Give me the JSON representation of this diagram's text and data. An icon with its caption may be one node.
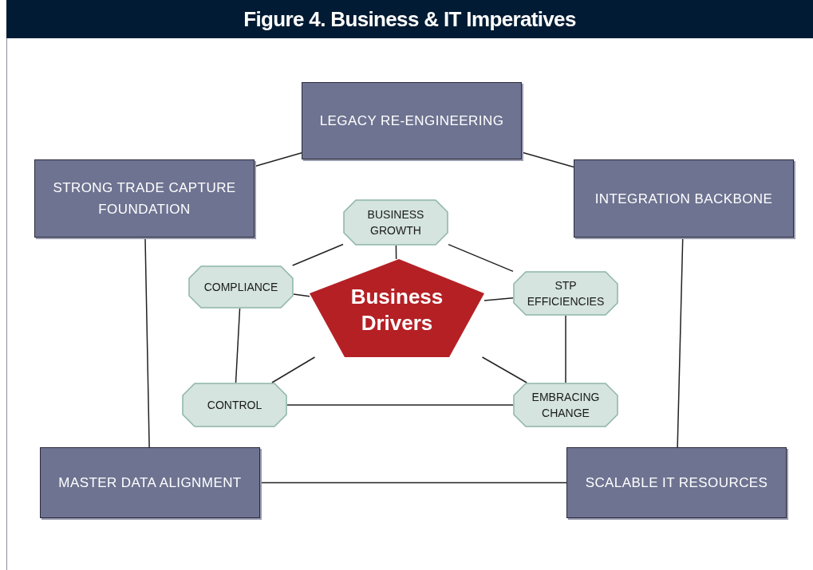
{
  "diagram": {
    "title": "Figure 4. Business & IT Imperatives",
    "nodes": [
      {
        "text": [
          "LEGACY RE-ENGINEERING"
        ]
      },
      {
        "text": [
          "STRONG TRADE CAPTURE FOUNDATION"
        ]
      },
      {
        "text": [
          "INTEGRATION BACKBONE"
        ]
      },
      {
        "text": [
          "MASTER DATA ALIGNMENT"
        ]
      },
      {
        "text": [
          "SCALABLE IT RESOURCES"
        ]
      },
      {
        "text": [
          "BUSINESS GROWTH"
        ]
      },
      {
        "text": [
          "COMPLIANCE"
        ]
      },
      {
        "text": [
          "STP EFFICIENCIES"
        ]
      },
      {
        "text": [
          "CONTROL"
        ]
      },
      {
        "text": [
          "EMBRACING CHANGE"
        ]
      },
      {
        "text": [
          "Business Drivers"
        ]
      }
    ],
    "edges": [
      {
        "from": 0,
        "to": 1,
        "arrow": "none"
      },
      {
        "from": 0,
        "to": 2,
        "arrow": "none"
      },
      {
        "from": 1,
        "to": 3,
        "arrow": "none"
      },
      {
        "from": 2,
        "to": 4,
        "arrow": "none"
      },
      {
        "from": 3,
        "to": 4,
        "arrow": "none"
      },
      {
        "from": 5,
        "to": 6,
        "arrow": "none"
      },
      {
        "from": 5,
        "to": 7,
        "arrow": "none"
      },
      {
        "from": 5,
        "to": 10,
        "arrow": "none"
      },
      {
        "from": 6,
        "to": 10,
        "arrow": "none"
      },
      {
        "from": 7,
        "to": 10,
        "arrow": "none"
      },
      {
        "from": 6,
        "to": 8,
        "arrow": "none"
      },
      {
        "from": 7,
        "to": 9,
        "arrow": "none"
      },
      {
        "from": 8,
        "to": 9,
        "arrow": "none"
      },
      {
        "from": 10,
        "to": 8,
        "arrow": "none"
      },
      {
        "from": 10,
        "to": 9,
        "arrow": "none"
      }
    ]
  }
}
